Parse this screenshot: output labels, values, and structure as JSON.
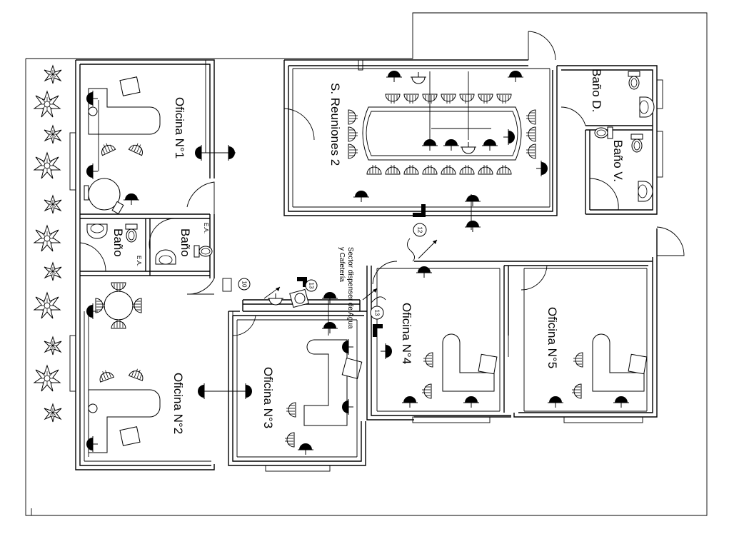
{
  "rooms": {
    "oficina1": "Oficina N°1",
    "oficina2": "Oficina N°2",
    "oficina3": "Oficina N°3",
    "oficina4": "Oficina N°4",
    "oficina5": "Oficina N°5",
    "reuniones": "S. Reuniones 2",
    "bano_a": "Baño",
    "bano_b": "Baño",
    "bano_d": "Baño D.",
    "bano_v": "Baño V.",
    "sector_line1": "Sector dispenser de Agua",
    "sector_line2": "y Cafetería"
  },
  "tags": {
    "ea1": "E.A.",
    "ea2": "E.A."
  },
  "markers": {
    "m10": "10",
    "m12": "12",
    "m13a": "13",
    "m13b": "13"
  }
}
